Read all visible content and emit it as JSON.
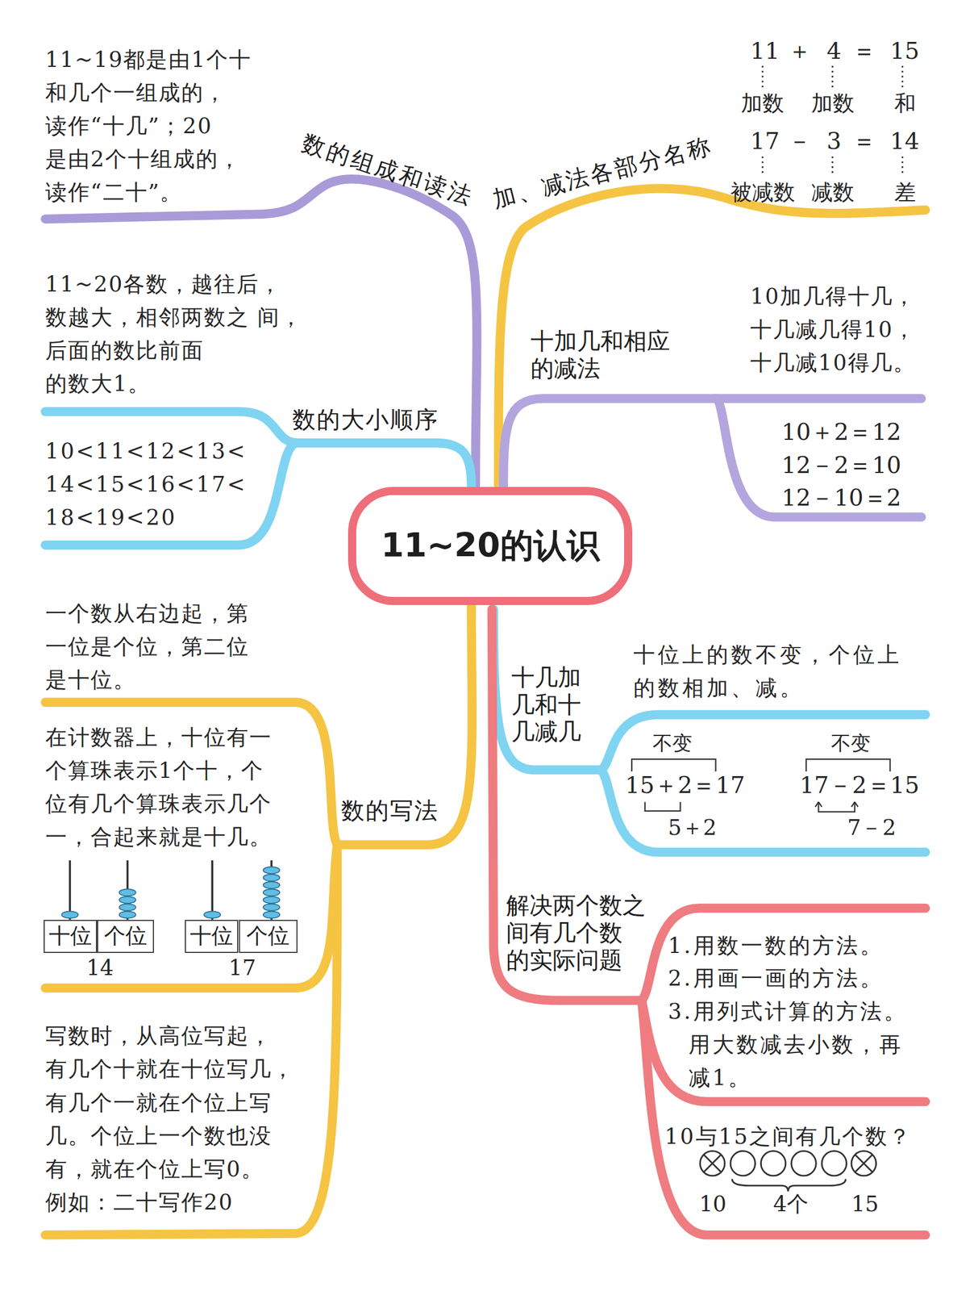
{
  "diagram": {
    "nodes": [
      {
        "text": [
          "11~20的认识"
        ]
      },
      {
        "text": [
          "十位"
        ]
      },
      {
        "text": [
          "个位"
        ]
      },
      {
        "text": [
          "十位"
        ]
      },
      {
        "text": [
          "个位"
        ]
      }
    ],
    "labels": [
      "数的组成和读法",
      "11~19都是由1个十 和几个一组成的， 读作“十几”；20 是由2个十组成的， 读作“二十”。",
      "加、减法各部分名称",
      "11",
      "＋",
      "4",
      "＝",
      "15",
      "加数",
      "加数",
      "和",
      "17",
      "－",
      "3",
      "＝",
      "14",
      "被减数",
      "减数",
      "差",
      "11~20各数，越往后， 数越大，相邻两数之 间，后面的数比前面 的数大1。",
      "数的大小顺序",
      "10<11<12<13< 14<15<16<17< 18<19<20",
      "十加几和相应 的减法",
      "10加几得十几， 十几减几得10， 十几减10得几。",
      "10＋2＝12",
      "12－2＝10",
      "12－10＝2",
      "一个数从右边起，第 一位是个位，第二位 是十位。",
      "在计数器上，十位有一 个算珠表示1个十，个 位有几个算珠表示几个 一，合起来就是十几。",
      "数的写法",
      "14",
      "17",
      "写数时，从高位写起， 有几个十就在十位写几， 有几个一就在个位上写 几。个位上一个数也没 有，就在个位上写0。 例如：二十写作20",
      "十位上的数不变，个位上 的数相加、减。",
      "十几加 几和十 几减几",
      "不变",
      "15＋2＝17",
      "5＋2",
      "不变",
      "17－2＝15",
      "7－2",
      "解决两个数之 间有几个数 的实际问题",
      "1.用数一数的方法。",
      "2.用画一画的方法。",
      "3.用列式计算的方法。 用大数减去小数，再 减1。",
      "10与15之间有几个数？",
      "10",
      "4个",
      "15"
    ]
  }
}
